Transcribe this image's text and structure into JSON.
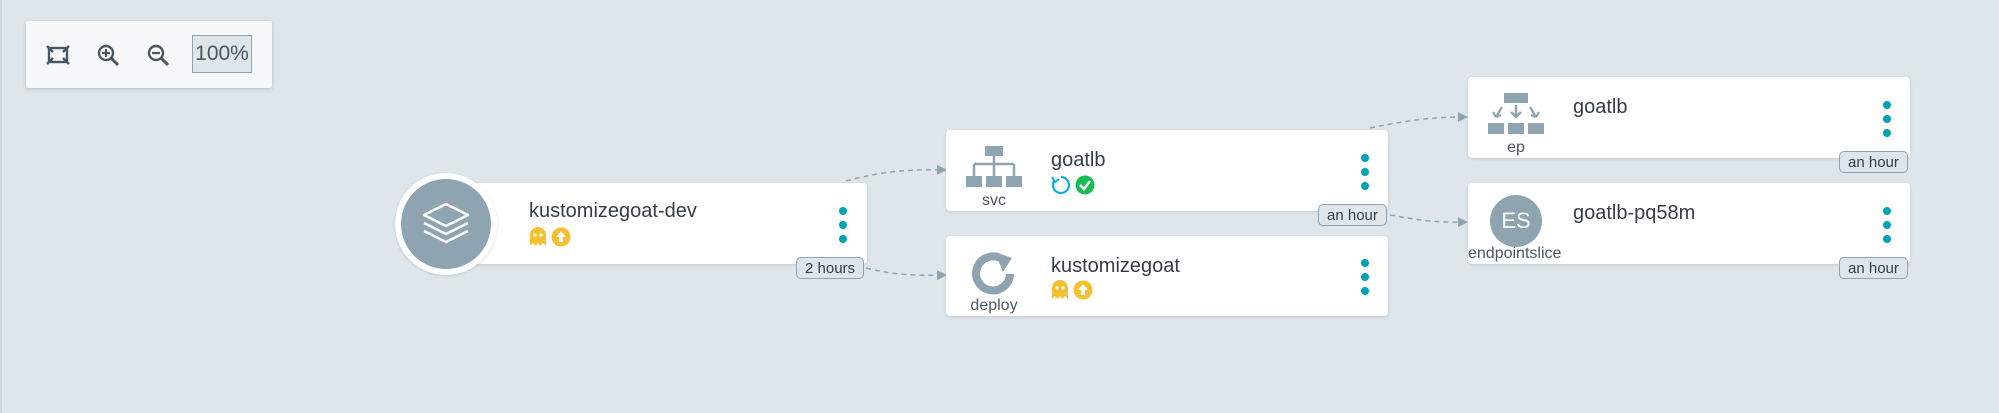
{
  "toolbar": {
    "zoom_level": "100%",
    "buttons": [
      "fit-icon",
      "zoom-in-icon",
      "zoom-out-icon"
    ]
  },
  "colors": {
    "canvas": "#dee6ec",
    "node": "#ffffff",
    "icon_gray": "#8fa4b1",
    "menu_teal": "#00a2b3",
    "warning_yellow": "#f4c030",
    "healthy_green": "#18be52",
    "progress_blue": "#0dadea"
  },
  "nodes": {
    "app": {
      "title": "kustomizegoat-dev",
      "icon": "layers-icon",
      "status_icons": [
        "ghost-icon",
        "out-of-sync-icon"
      ],
      "age": "2 hours"
    },
    "svc": {
      "title": "goatlb",
      "kind": "svc",
      "icon": "service-tree-icon",
      "status_icons": [
        "progressing-icon",
        "healthy-icon"
      ],
      "age": "an hour"
    },
    "deploy": {
      "title": "kustomizegoat",
      "kind": "deploy",
      "icon": "refresh-icon",
      "status_icons": [
        "ghost-icon",
        "out-of-sync-icon"
      ]
    },
    "ep": {
      "title": "goatlb",
      "kind": "ep",
      "icon": "endpoints-icon",
      "age": "an hour"
    },
    "endpointslice": {
      "title": "goatlb-pq58m",
      "kind": "endpointslice",
      "icon_text": "ES",
      "age": "an hour"
    }
  }
}
